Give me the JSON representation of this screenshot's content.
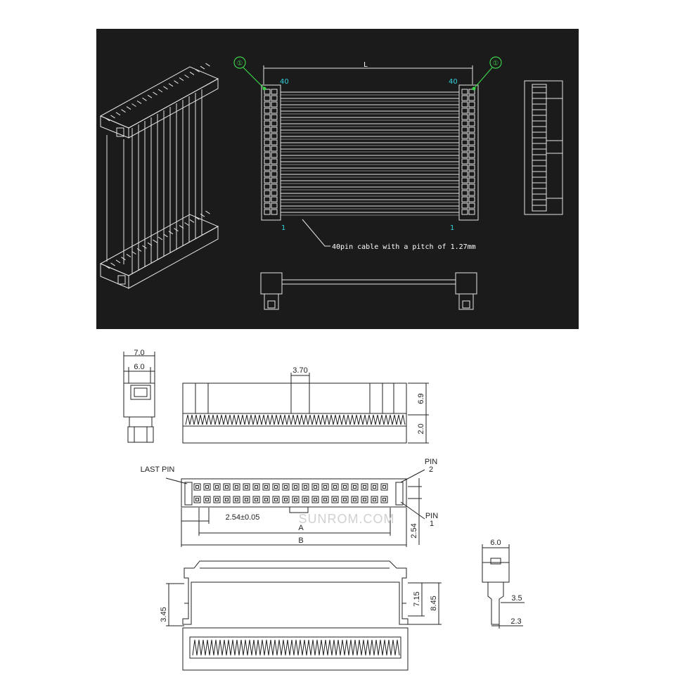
{
  "top_drawing": {
    "length_label": "L",
    "pin_count_left": "40",
    "pin_count_right": "40",
    "pin_one_left": "1",
    "pin_one_right": "1",
    "marker_left": "①",
    "marker_right": "①",
    "cable_note": "40pin cable with a pitch of 1.27mm"
  },
  "dimensions": {
    "side_width_outer": "7.0",
    "side_width_inner": "6.0",
    "key_width": "3.70",
    "body_height": "6.9",
    "base_height": "2.0",
    "last_pin": "LAST PIN",
    "pin_two_label": "PIN",
    "pin_two_num": "2",
    "pin_one_label": "PIN",
    "pin_one_num": "1",
    "pitch": "2.54±0.05",
    "dim_a": "A",
    "dim_b": "B",
    "row_pitch": "2.54",
    "latch_left": "3.45",
    "latch_inner": "7.15",
    "latch_outer": "8.45",
    "small_width": "6.0",
    "small_step": "3.5",
    "small_base": "2.3"
  },
  "watermark": "SUNROM.COM",
  "colors": {
    "panel_bg": "#1b1b1b",
    "cad_line": "#e6e6e6",
    "pin_label": "#32d2dc",
    "marker": "#3bd14a",
    "drawing_line": "#222222"
  }
}
